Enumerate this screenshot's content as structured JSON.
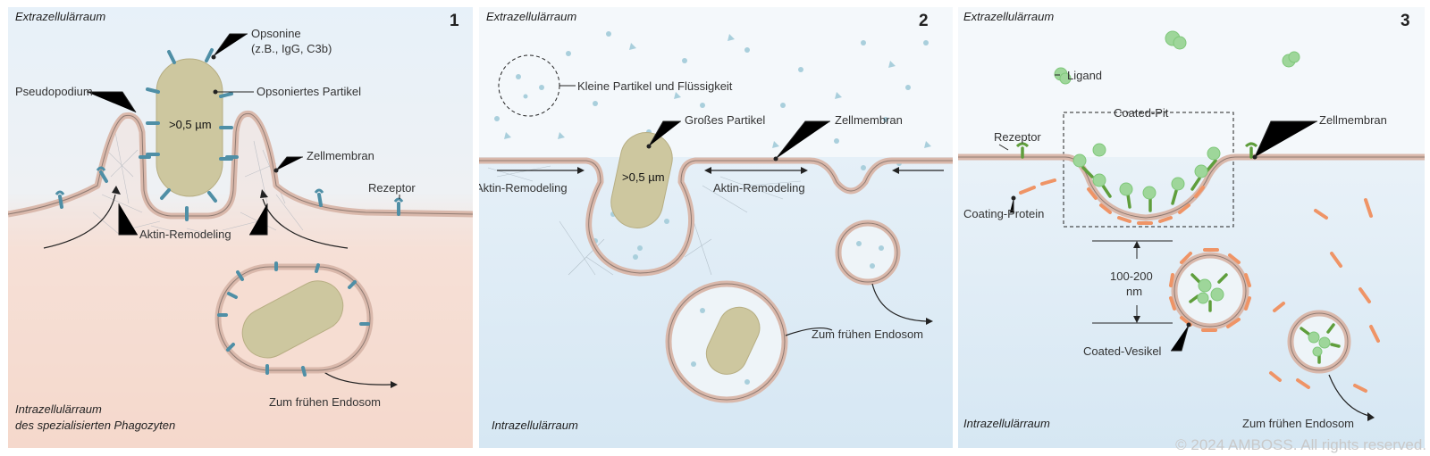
{
  "panels": [
    {
      "number": "1",
      "extra": "Extrazellulärraum",
      "intra_line1": "Intrazellulärraum",
      "intra_line2": "des spezialisierten Phagozyten",
      "opsonine_line1": "Opsonine",
      "opsonine_line2": "(z.B., IgG, C3b)",
      "pseudopodium": "Pseudopodium",
      "opsoniertes_partikel": "Opsoniertes Partikel",
      "size": ">0,5 µm",
      "zellmembran": "Zellmembran",
      "rezeptor": "Rezeptor",
      "aktin": "Aktin-Remodeling",
      "endosom": "Zum frühen Endosom"
    },
    {
      "number": "2",
      "extra": "Extrazellulärraum",
      "intra": "Intrazellulärraum",
      "kleine": "Kleine Partikel und Flüssigkeit",
      "grosses": "Großes Partikel",
      "zellmembran": "Zellmembran",
      "aktin_left": "Aktin-Remodeling",
      "aktin_right": "Aktin-Remodeling",
      "size": ">0,5 µm",
      "endosom": "Zum frühen Endosom"
    },
    {
      "number": "3",
      "extra": "Extrazellulärraum",
      "intra": "Intrazellulärraum",
      "ligand": "Ligand",
      "coated_pit": "Coated-Pit",
      "zellmembran": "Zellmembran",
      "rezeptor": "Rezeptor",
      "coating_protein": "Coating-Protein",
      "size_line1": "100-200",
      "size_line2": "nm",
      "coated_vesikel": "Coated-Vesikel",
      "endosom": "Zum frühen Endosom"
    }
  ],
  "copyright": "© 2024 AMBOSS. All rights reserved.",
  "colors": {
    "extracellular": "#e6f1f9",
    "phagocyte": "#f6ddd2",
    "intracellular": "#d6e7f3",
    "membrane": "#d9b8ab",
    "particle": "#cdc79f",
    "receptor": "#4f8fa6",
    "ligand_green": "#7fc77a",
    "coat_orange": "#ef9466",
    "receptor_green": "#5f9e3c"
  }
}
